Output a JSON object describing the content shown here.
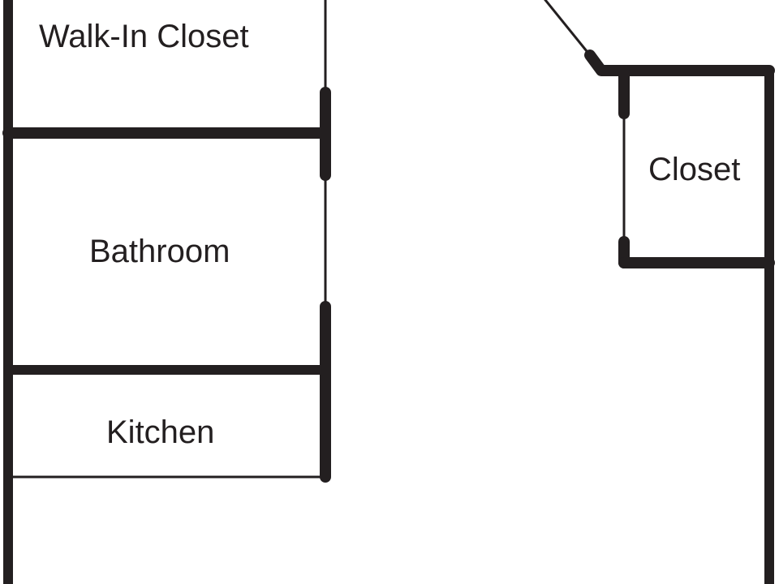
{
  "floor_plan": {
    "rooms": {
      "walk_in_closet": "Walk-In Closet",
      "bathroom": "Bathroom",
      "kitchen": "Kitchen",
      "closet": "Closet"
    },
    "colors": {
      "wall": "#231f20",
      "background": "#ffffff"
    }
  }
}
